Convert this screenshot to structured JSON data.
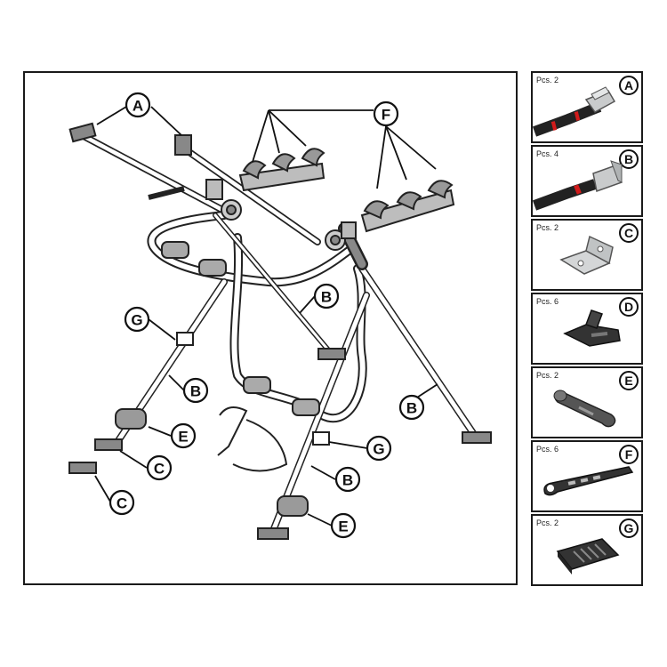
{
  "callouts": [
    {
      "letter": "A"
    },
    {
      "letter": "F"
    },
    {
      "letter": "B"
    },
    {
      "letter": "G"
    },
    {
      "letter": "B"
    },
    {
      "letter": "E"
    },
    {
      "letter": "C"
    },
    {
      "letter": "C"
    },
    {
      "letter": "B"
    },
    {
      "letter": "G"
    },
    {
      "letter": "B"
    },
    {
      "letter": "E"
    }
  ],
  "parts": [
    {
      "letter": "A",
      "pcs": "Pcs. 2",
      "icon": "cam-buckle-strap-icon"
    },
    {
      "letter": "B",
      "pcs": "Pcs. 4",
      "icon": "strap-with-bracket-icon"
    },
    {
      "letter": "C",
      "pcs": "Pcs. 2",
      "icon": "metal-bracket-icon"
    },
    {
      "letter": "D",
      "pcs": "Pcs. 6",
      "icon": "strap-clip-icon"
    },
    {
      "letter": "E",
      "pcs": "Pcs. 2",
      "icon": "foam-pad-icon"
    },
    {
      "letter": "F",
      "pcs": "Pcs. 6",
      "icon": "rubber-strap-icon"
    },
    {
      "letter": "G",
      "pcs": "Pcs. 2",
      "icon": "ratchet-buckle-icon"
    }
  ],
  "colors": {
    "outline": "#1a1a1a",
    "strap": "#222222",
    "stitch": "#d11b1b",
    "metal": "#c9cbcc",
    "rubber": "#333333"
  }
}
